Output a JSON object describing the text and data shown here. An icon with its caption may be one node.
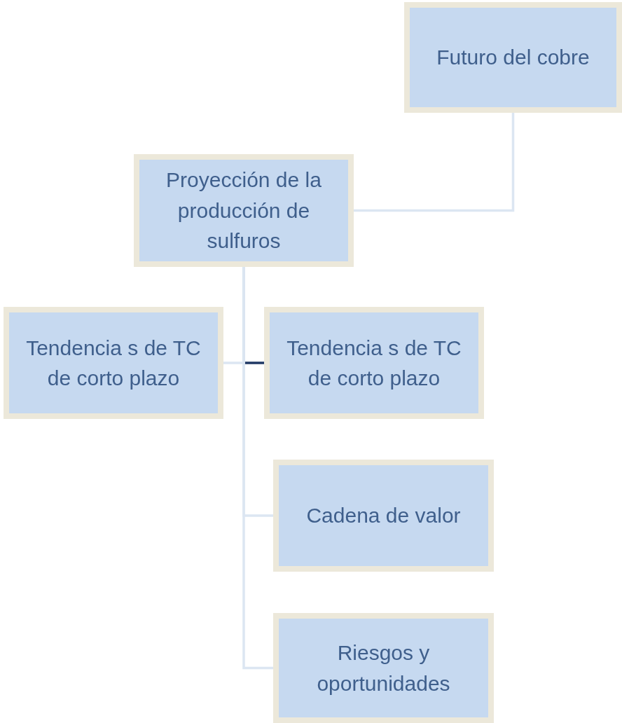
{
  "diagram": {
    "nodes": [
      {
        "text": [
          "Futuro del cobre"
        ]
      },
      {
        "text": [
          "Proyección de la producción de sulfuros"
        ]
      },
      {
        "text": [
          "Tendencia s de TC de corto plazo"
        ]
      },
      {
        "text": [
          "Tendencia s de TC de corto plazo"
        ]
      },
      {
        "text": [
          "Cadena de valor"
        ]
      },
      {
        "text": [
          "Riesgos y oportunidades"
        ]
      }
    ],
    "edges": [
      {
        "from": 0,
        "to": 1,
        "arrow": "none"
      },
      {
        "from": 1,
        "to": 3,
        "arrow": "none",
        "color": "#1f3864"
      },
      {
        "from": 1,
        "to": 2,
        "arrow": "none"
      },
      {
        "from": 1,
        "to": 4,
        "arrow": "none"
      },
      {
        "from": 1,
        "to": 5,
        "arrow": "none"
      }
    ]
  }
}
